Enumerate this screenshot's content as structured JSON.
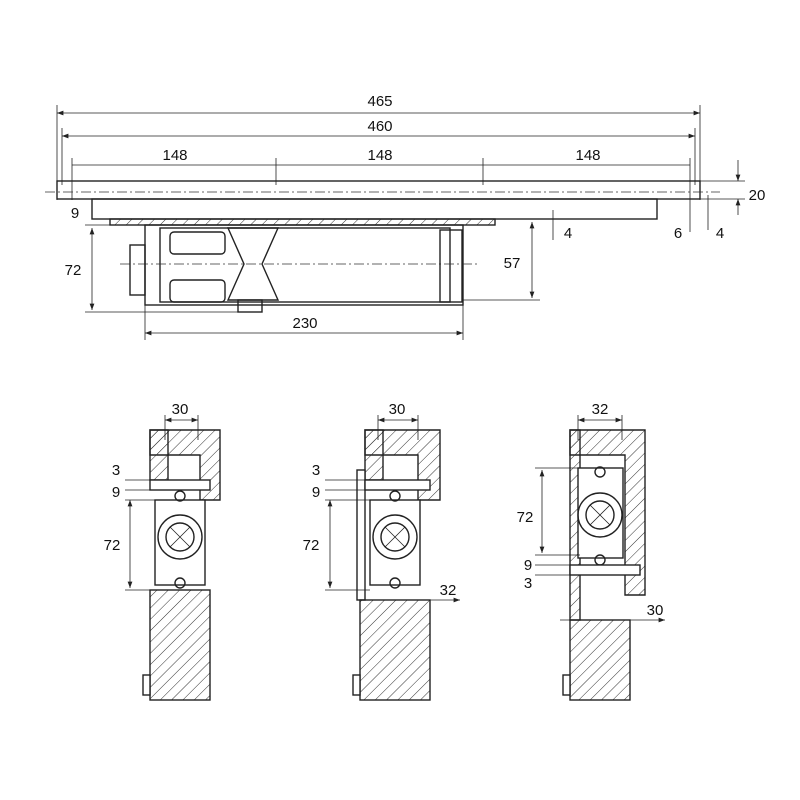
{
  "top_view": {
    "overall_length": "465",
    "rail_length": "460",
    "spacing": [
      "148",
      "148",
      "148"
    ],
    "rail_height": "20",
    "left_offset": "9",
    "plate_thickness": "4",
    "end_gap": "6",
    "end_thickness": "4",
    "body_depth": "72",
    "body_height": "57",
    "body_length": "230"
  },
  "section_1": {
    "width": "30",
    "gap_a": "3",
    "gap_b": "9",
    "depth": "72"
  },
  "section_2": {
    "width": "30",
    "gap_a": "3",
    "gap_b": "9",
    "depth": "72",
    "offset": "32"
  },
  "section_3": {
    "width": "32",
    "depth": "72",
    "gap_b": "9",
    "gap_a": "3",
    "offset": "30"
  }
}
